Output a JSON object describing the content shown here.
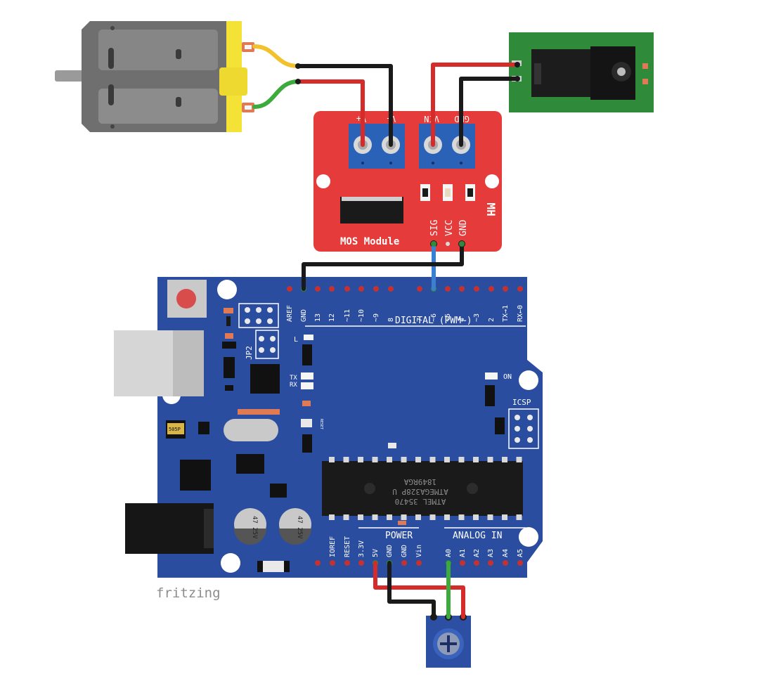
{
  "mos_module": {
    "title": "MOS Module",
    "brand": "MH",
    "terminals_left": [
      "V+",
      "V-"
    ],
    "terminals_right": [
      "VIN",
      "GND"
    ],
    "pins": [
      "SIG",
      "VCC",
      "GND"
    ]
  },
  "arduino": {
    "digital_header_left": [
      "AREF",
      "GND",
      "13",
      "12",
      "~11",
      "~10",
      "~9",
      "8"
    ],
    "digital_header_right": [
      "7",
      "~6",
      "~5",
      "4",
      "~3",
      "2",
      "TX→1",
      "RX←0"
    ],
    "digital_label": "DIGITAL (PWM~)",
    "power_label": "POWER",
    "power_pins": [
      "IOREF",
      "RESET",
      "3.3V",
      "5V",
      "GND",
      "GND",
      "Vin"
    ],
    "analog_label": "ANALOG IN",
    "analog_pins": [
      "A0",
      "A1",
      "A2",
      "A3",
      "A4",
      "A5"
    ],
    "jp2": "JP2",
    "icsp": "ICSP",
    "on": "ON",
    "led_l": "L",
    "tx": "TX",
    "rx": "RX",
    "reset_small": "RESET",
    "crystal_label": "505P",
    "cap_label": "47 25V",
    "chip_line1": "ATMEL 35470",
    "chip_line2": "ATMEGA328P U",
    "chip_line3": "1849RGA"
  },
  "footer": {
    "brand": "fritzing"
  },
  "colors": {
    "board_blue": "#2b4da0",
    "board_edge": "#24418c",
    "mos_red": "#e53b3b",
    "terminal_blue": "#2a62b8",
    "wire_red": "#d62b2b",
    "wire_black": "#1a1a1a",
    "wire_blue": "#3b7fd1",
    "wire_green": "#3cab3c",
    "wire_yellow": "#f2c12e",
    "motor_gray": "#7a7a7a",
    "motor_yellow": "#f4e236",
    "jack_green": "#2f8a3a",
    "pot_blue": "#2d4fa3"
  }
}
